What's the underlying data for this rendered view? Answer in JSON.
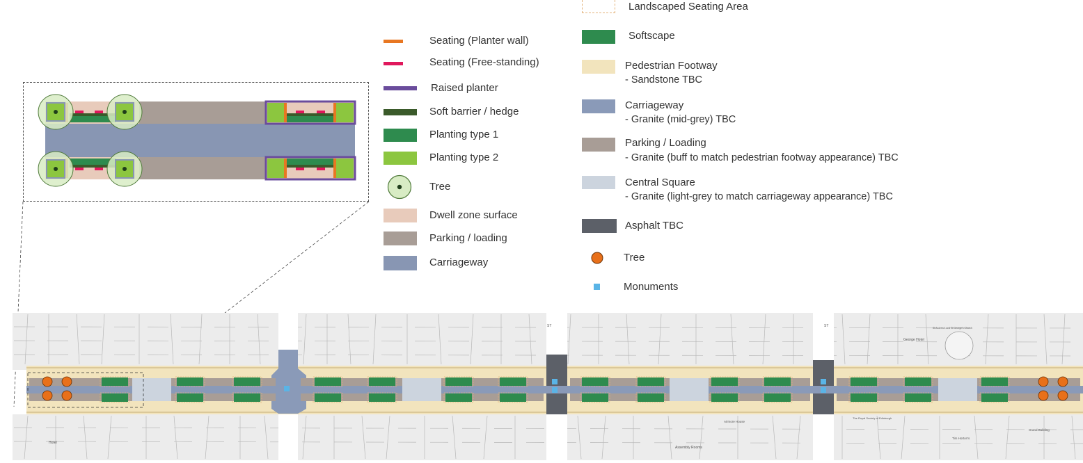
{
  "colors": {
    "seating_planter_wall": "#e87722",
    "seating_free_standing": "#e0185c",
    "raised_planter": "#6a4c9c",
    "soft_barrier": "#3a5a2a",
    "planting_type_1": "#2e8b4e",
    "planting_type_2": "#8cc63f",
    "tree_fill": "#d8ecc4",
    "dwell_zone": "#e8cbbb",
    "parking_loading": "#a89d96",
    "carriageway": "#8896b3",
    "softscape": "#2e8b4e",
    "pedestrian_footway": "#f2e4bd",
    "carriageway_main": "#8a9ab8",
    "parking_main": "#a89d96",
    "central_square": "#ccd4de",
    "asphalt": "#5c6068",
    "tree_main": "#e8701a",
    "monuments": "#5ab4e6",
    "landscaped_border": "#e3b27a"
  },
  "legend_left": {
    "items": [
      {
        "label": "Seating (Planter wall)",
        "icon": "orange-bar"
      },
      {
        "label": "Seating (Free-standing)",
        "icon": "pink-bar"
      },
      {
        "label": "Raised planter",
        "icon": "purple-bar"
      },
      {
        "label": "Soft barrier / hedge",
        "icon": "dark-green-bar"
      },
      {
        "label": "Planting type 1",
        "icon": "green-box"
      },
      {
        "label": "Planting type 2",
        "icon": "lime-box"
      },
      {
        "label": "Tree",
        "icon": "tree-circle-icon"
      },
      {
        "label": "Dwell zone surface",
        "icon": "pink-box"
      },
      {
        "label": "Parking / loading",
        "icon": "taupe-box"
      },
      {
        "label": "Carriageway",
        "icon": "blue-grey-box"
      }
    ]
  },
  "legend_right": {
    "landscaped": "Landscaped Seating Area",
    "softscape": "Softscape",
    "footway": "Pedestrian Footway",
    "footway_sub": "-  Sandstone TBC",
    "carriageway": "Carriageway",
    "carriageway_sub": "-  Granite (mid-grey) TBC",
    "parking": "Parking / Loading",
    "parking_sub": "-  Granite (buff to match pedestrian footway appearance) TBC",
    "central_square": "Central Square",
    "central_square_sub": "-  Granite (light-grey to match carriageway appearance) TBC",
    "asphalt": "Asphalt TBC",
    "tree": "Tree",
    "monuments": "Monuments"
  },
  "map": {
    "street_label_1": "ST",
    "street_label_2": "ST",
    "bldg_labels": [
      "Hotel",
      "George Hotel",
      "St Andrew's and St George's Church",
      "Assembly Rooms",
      "The Royal Society of Edinburgh",
      "Tim Horton's",
      "Grand Building",
      "Airmore House"
    ]
  }
}
